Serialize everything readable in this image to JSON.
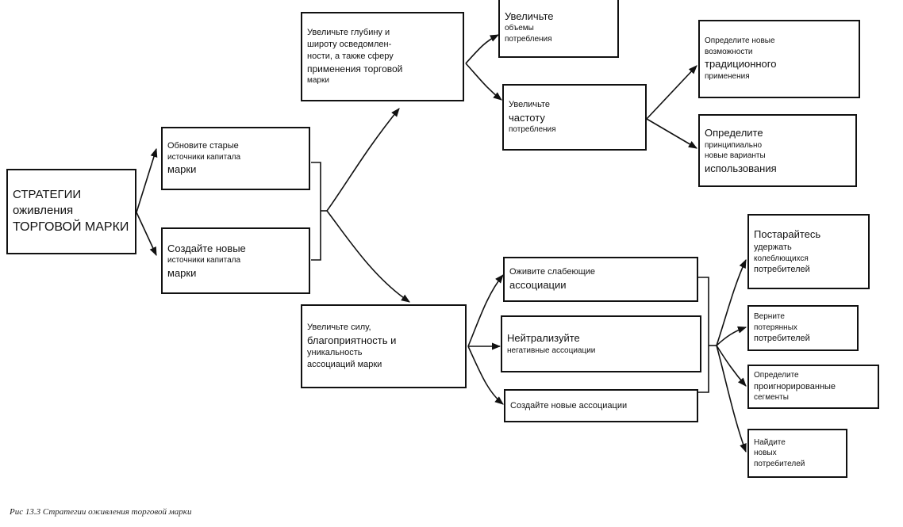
{
  "diagram": {
    "nodes": {
      "root": {
        "lines": [
          "СТРАТЕГИИ",
          "оживления",
          "ТОРГОВОЙ МАРКИ"
        ]
      },
      "old": {
        "lines": [
          "Обновите старые",
          "источники капитала",
          "марки"
        ]
      },
      "new": {
        "lines": [
          "Создайте новые",
          "источники капитала",
          "марки"
        ]
      },
      "depth": {
        "lines": [
          "Увеличьте глубину и",
          "широту осведомлен-",
          "ности, а также сферу",
          "применения торговой",
          "марки"
        ]
      },
      "strength": {
        "lines": [
          "Увеличьте силу,",
          "благоприятность и",
          "уникальность",
          "ассоциаций марки"
        ]
      },
      "volume": {
        "lines": [
          "Увеличьте",
          "объемы",
          "потребления"
        ]
      },
      "freq": {
        "lines": [
          "Увеличьте",
          "частоту",
          "потребления"
        ]
      },
      "trad": {
        "lines": [
          "Определите новые",
          "возможности",
          "традиционного",
          "применения"
        ]
      },
      "novel": {
        "lines": [
          "Определите",
          "принципиально",
          "новые варианты",
          "использования"
        ]
      },
      "revive": {
        "lines": [
          "Оживите слабеющие",
          "ассоциации"
        ]
      },
      "neutral": {
        "lines": [
          "Нейтрализуйте",
          "негативные ассоциации"
        ]
      },
      "newassoc": {
        "lines": [
          "Создайте новые ассоциации"
        ]
      },
      "retain": {
        "lines": [
          "Постарайтесь",
          "удержать",
          "колеблющихся",
          "потребителей"
        ]
      },
      "return": {
        "lines": [
          "Верните",
          "потерянных",
          "потребителей"
        ]
      },
      "ignored": {
        "lines": [
          "Определите",
          "проигнорированные",
          "сегменты"
        ]
      },
      "find": {
        "lines": [
          "Найдите",
          "новых",
          "потребителей"
        ]
      }
    }
  },
  "caption": "Рис 13.3 Стратегии оживления торговой марки"
}
